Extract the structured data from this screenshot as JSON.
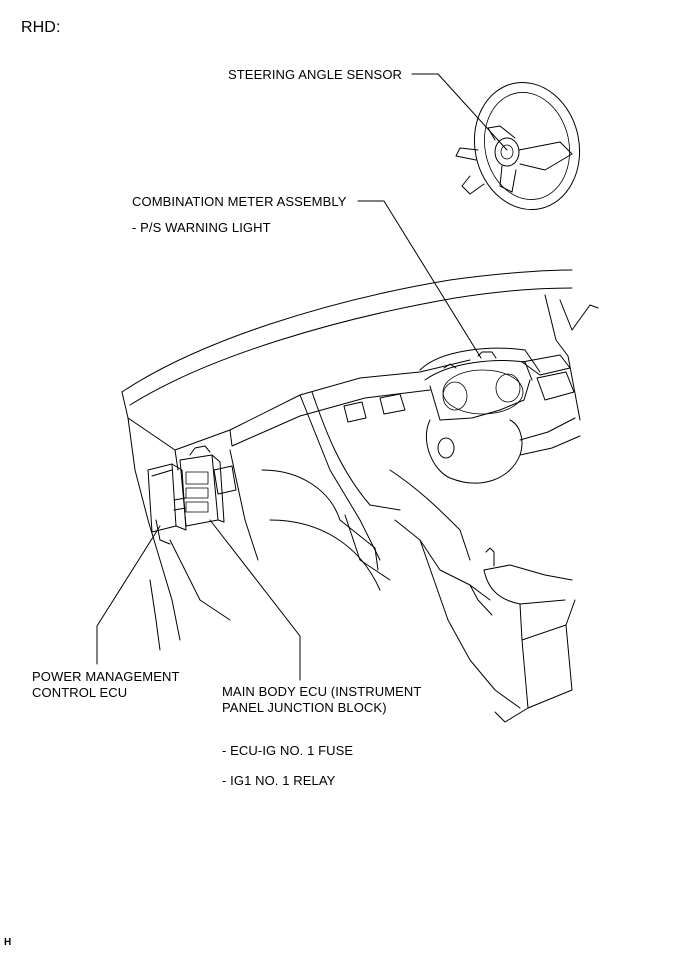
{
  "header": {
    "region": "RHD:"
  },
  "labels": {
    "steering_angle_sensor": "STEERING ANGLE SENSOR",
    "combination_meter": "COMBINATION METER ASSEMBLY",
    "ps_warning_light": "- P/S WARNING LIGHT",
    "power_mgmt_line1": "POWER MANAGEMENT",
    "power_mgmt_line2": "CONTROL ECU",
    "main_body_line1": "MAIN BODY ECU (INSTRUMENT",
    "main_body_line2": "PANEL JUNCTION BLOCK)",
    "ecu_ig_fuse": "- ECU-IG NO. 1 FUSE",
    "ig1_relay": "- IG1 NO. 1 RELAY"
  },
  "footer": {
    "code": "H"
  }
}
